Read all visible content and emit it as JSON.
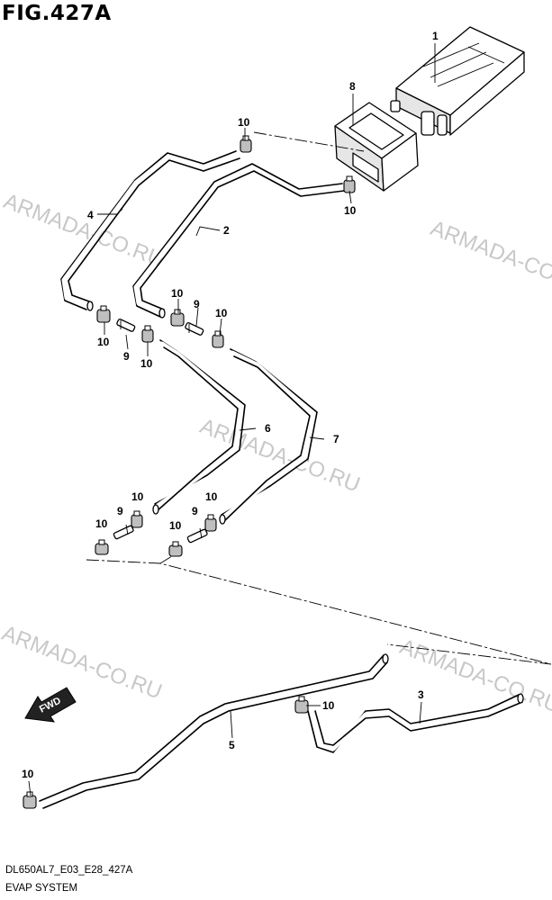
{
  "header": {
    "figure_title": "FIG.427A"
  },
  "footer": {
    "drawing_code": "DL650AL7_E03_E28_427A",
    "system_name": "EVAP SYSTEM"
  },
  "watermark": {
    "text": "ARMADA-CO.RU"
  },
  "fwd_badge": {
    "text": "FWD"
  },
  "callouts": {
    "c1": "1",
    "c2": "2",
    "c3": "3",
    "c4": "4",
    "c5": "5",
    "c6": "6",
    "c7": "7",
    "c8": "8",
    "c9a": "9",
    "c9b": "9",
    "c9c": "9",
    "c9d": "9",
    "c10a": "10",
    "c10b": "10",
    "c10c": "10",
    "c10d": "10",
    "c10e": "10",
    "c10f": "10",
    "c10g": "10",
    "c10h": "10",
    "c10i": "10",
    "c10j": "10",
    "c10k": "10",
    "c10l": "10"
  },
  "colors": {
    "line": "#000000",
    "watermark": "#c8c8c8",
    "background": "#ffffff"
  }
}
